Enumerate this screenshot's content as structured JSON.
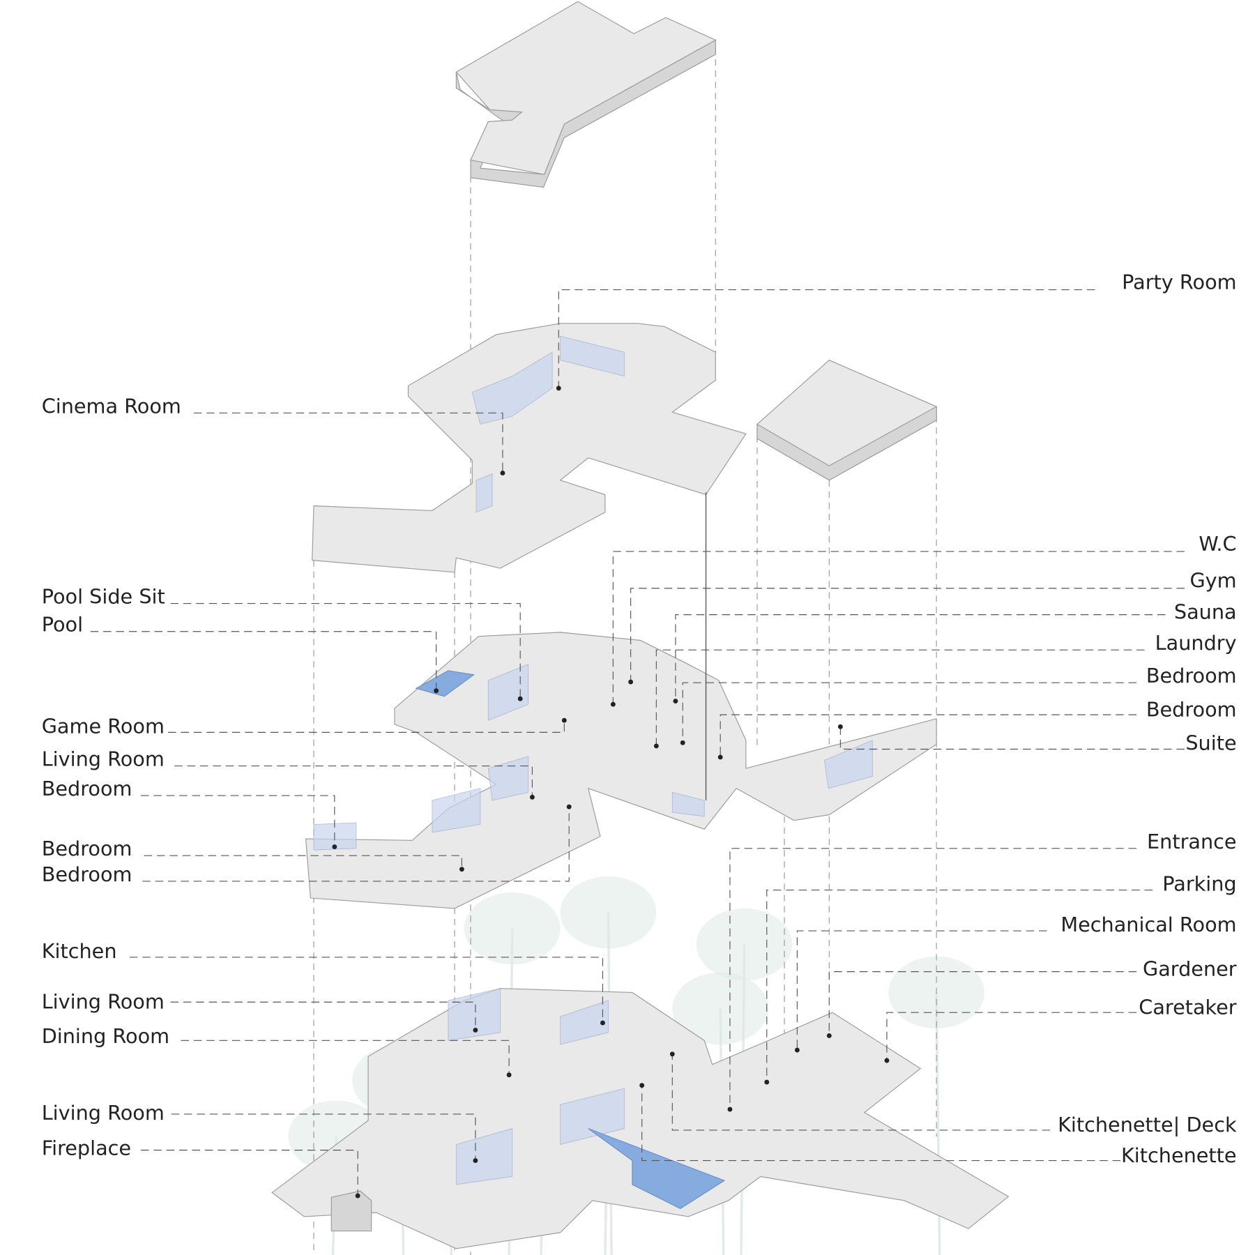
{
  "title": "Exploded axonometric - room program",
  "colors": {
    "slab": "#e9e9e9",
    "glass": "#c9d5ef",
    "pool": "#86acdf",
    "text": "#222222"
  },
  "labels_left": [
    "Cinema Room",
    "Pool Side Sit",
    "Pool",
    "Game Room",
    "Living Room",
    "Bedroom",
    "Bedroom",
    "Bedroom",
    "Kitchen",
    "Living Room",
    "Dining Room",
    "Living Room",
    "Fireplace"
  ],
  "labels_right": [
    "Party Room",
    "W.C",
    "Gym",
    "Sauna",
    "Laundry",
    "Bedroom",
    "Bedroom",
    "Suite",
    "Entrance",
    "Parking",
    "Mechanical Room",
    "Gardener",
    "Caretaker",
    "Kitchenette| Deck",
    "Kitchenette"
  ]
}
